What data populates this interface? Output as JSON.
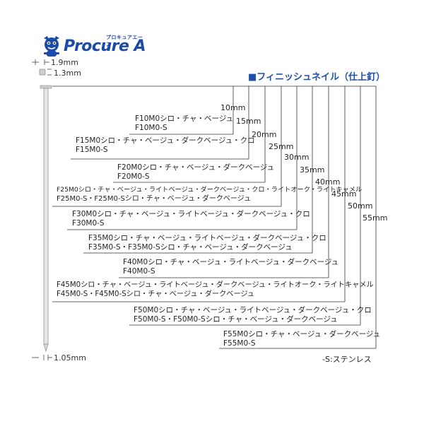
{
  "brand": {
    "logo_text": "Procure A",
    "logo_ruby": "プロキュアエース",
    "mascot": "tiger-mascot-icon"
  },
  "dims": {
    "head_width": "1.9mm",
    "head_thick": "1.3mm",
    "shank": "1.05mm"
  },
  "title": "■フィニッシュネイル（仕上釘）",
  "note": "-S:ステンレス",
  "colors": {
    "title": "#1f4fa6",
    "logo": "#1c4aa8",
    "line": "#333333"
  },
  "lengths": [
    "10mm",
    "15mm",
    "20mm",
    "25mm",
    "30mm",
    "35mm",
    "40mm",
    "45mm",
    "50mm",
    "55mm"
  ],
  "products": [
    {
      "line1": "F10M0シロ・チャ・ベージュ",
      "line2": "F10M0-S"
    },
    {
      "line1": "F15M0シロ・チャ・ベージュ・ダークベージュ・クロ",
      "line2": "F15M0-S"
    },
    {
      "line1": "F20M0シロ・チャ・ベージュ・ダークベージュ",
      "line2": "F20M0-S"
    },
    {
      "line1": "F25M0シロ・チャ・ベージュ・ライトベージュ・ダークベージュ・クロ・ライトオーク・ライトキャメル",
      "line2": "F25M0-S・F25M0-Sシロ・チャ・ベージュ・ダークベージュ"
    },
    {
      "line1": "F30M0シロ・チャ・ベージュ・ライトベージュ・ダークベージュ・クロ",
      "line2": "F30M0-S"
    },
    {
      "line1": "F35M0シロ・チャ・ベージュ・ライトベージュ・ダークベージュ・クロ",
      "line2": "F35M0-S・F35M0-Sシロ・チャ・ベージュ・ダークベージュ"
    },
    {
      "line1": "F40M0シロ・チャ・ベージュ・ライトベージュ・ダークベージュ",
      "line2": "F40M0-S"
    },
    {
      "line1": "F45M0シロ・チャ・ベージュ・ライトベージュ・ダークベージュ・ライトオーク・ライトキャメル",
      "line2": "F45M0-S・F45M0-Sシロ・チャ・ベージュ・ダークベージュ"
    },
    {
      "line1": "F50M0シロ・チャ・ベージュ・ライトベージュ・ダークベージュ・クロ",
      "line2": "F50M0-S・F50M0-Sシロ・チャ・ベージュ・ダークベージュ"
    },
    {
      "line1": "F55M0シロ・チャ・ベージュ・ダークベージュ",
      "line2": "F55M0-S"
    }
  ]
}
